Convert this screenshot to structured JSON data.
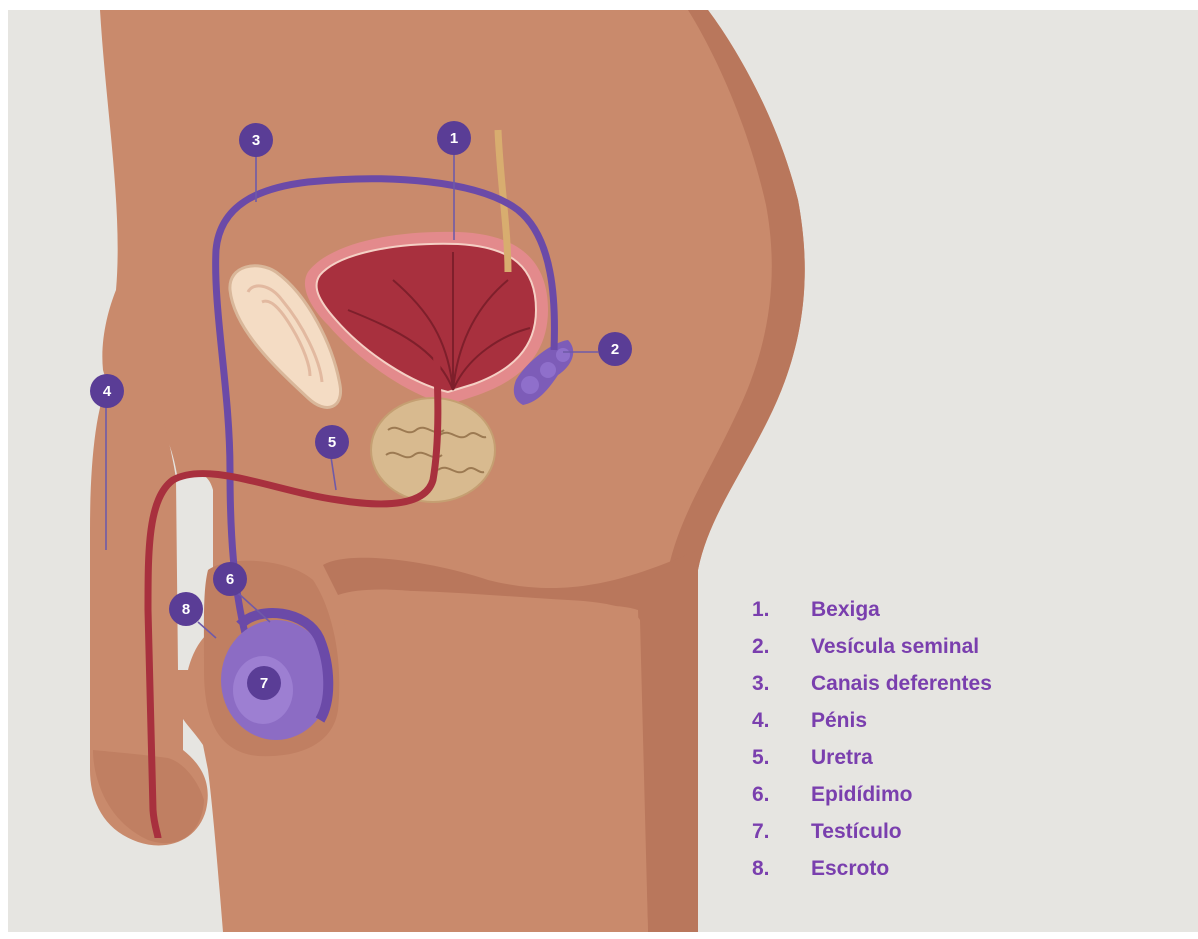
{
  "callouts": {
    "c1": "1",
    "c2": "2",
    "c3": "3",
    "c4": "4",
    "c5": "5",
    "c6": "6",
    "c7": "7",
    "c8": "8"
  },
  "legend": [
    {
      "num": "1.",
      "label": "Bexiga"
    },
    {
      "num": "2.",
      "label": "Vesícula seminal"
    },
    {
      "num": "3.",
      "label": "Canais deferentes"
    },
    {
      "num": "4.",
      "label": "Pénis"
    },
    {
      "num": "5.",
      "label": "Uretra"
    },
    {
      "num": "6.",
      "label": "Epidídimo"
    },
    {
      "num": "7.",
      "label": "Testículo"
    },
    {
      "num": "8.",
      "label": "Escroto"
    }
  ],
  "colors": {
    "background": "#e6e5e1",
    "skin": "#c98a6c",
    "skin_shadow": "#b9775c",
    "bladder": "#a8303e",
    "prostate": "#d8ba8f",
    "vas_deferens": "#6b4aa8",
    "testicle": "#8c6cc4",
    "badge": "#5a3d96",
    "legend_text": "#7a3fae"
  }
}
